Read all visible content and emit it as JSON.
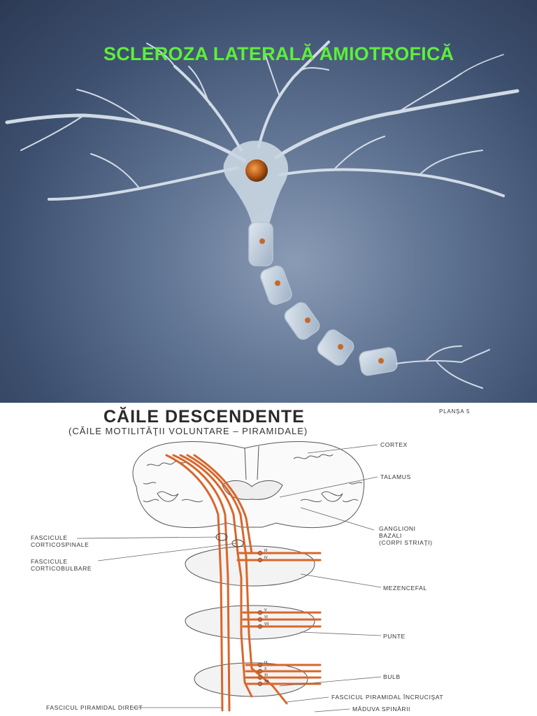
{
  "slide1": {
    "title": "SCLEROZA LATERALĂ AMIOTROFICĂ",
    "title_color": "#5cf03a"
  },
  "slide2": {
    "title": "CĂILE DESCENDENTE",
    "subtitle": "(CĂILE MOTILITĂŢII VOLUNTARE – PIRAMIDALE)",
    "plate": "PLANŞA 5",
    "labels": {
      "cortex": "CORTEX",
      "talamus": "TALAMUS",
      "ganglioni1": "GANGLIONI",
      "ganglioni2": "BAZALI",
      "ganglioni3": "(CORPI STRIAŢI)",
      "fasc_cs1": "FASCICULE",
      "fasc_cs2": "CORTICOSPINALE",
      "fasc_cb1": "FASCICULE",
      "fasc_cb2": "CORTICOBULBARE",
      "mezencefal": "MEZENCEFAL",
      "punte": "PUNTE",
      "bulb": "BULB",
      "fasc_direct": "FASCICUL PIRAMIDAL DIRECT",
      "fasc_incrucisat": "FASCICUL PIRAMIDAL ÎNCRUCIŞAT",
      "maduva": "MĂDUVA SPINĂRII"
    },
    "nerve_numbers": [
      "III",
      "IV",
      "V",
      "VI",
      "VII",
      "IX",
      "X",
      "XI",
      "XII"
    ],
    "tract_color": "#d9662a"
  }
}
